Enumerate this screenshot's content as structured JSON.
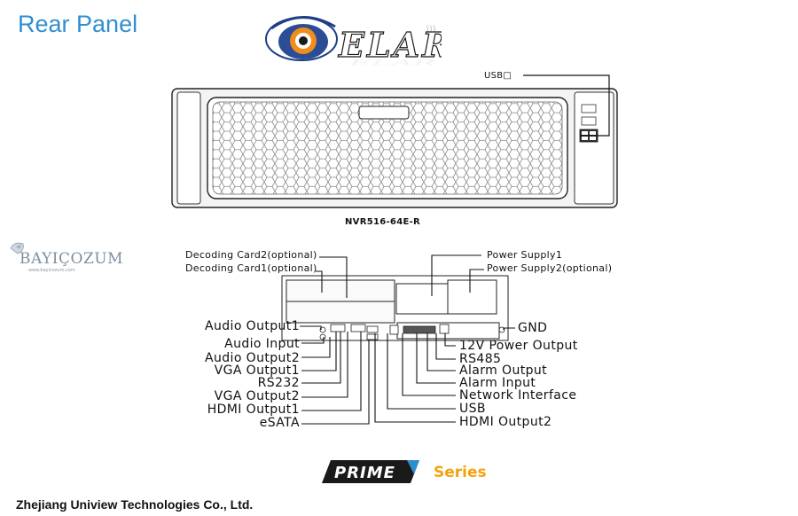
{
  "title": "Rear Panel",
  "logo": {
    "text": "ELAR"
  },
  "watermark": {
    "name": "BAYIÇOZUM",
    "url": "www.bayicozum.com"
  },
  "model": "NVR516-64E-R",
  "usb_label": "USB□",
  "labels_top_left": [
    "Decoding Card2(optional)",
    "Decoding Card1(optional)"
  ],
  "labels_top_right": [
    "Power Supply1",
    "Power Supply2(optional)"
  ],
  "labels_left": [
    "Audio Output1",
    "Audio Input",
    "Audio Output2",
    "VGA Output1",
    "RS232",
    "VGA Output2",
    "HDMI Output1",
    "eSATA"
  ],
  "labels_right": [
    "GND",
    "12V Power Output",
    "RS485",
    "Alarm Output",
    "Alarm Input",
    "Network Interface",
    "USB",
    "HDMI Output2"
  ],
  "brand": {
    "prime": "PRIME",
    "series": "Series"
  },
  "company": "Zhejiang Uniview Technologies Co., Ltd."
}
